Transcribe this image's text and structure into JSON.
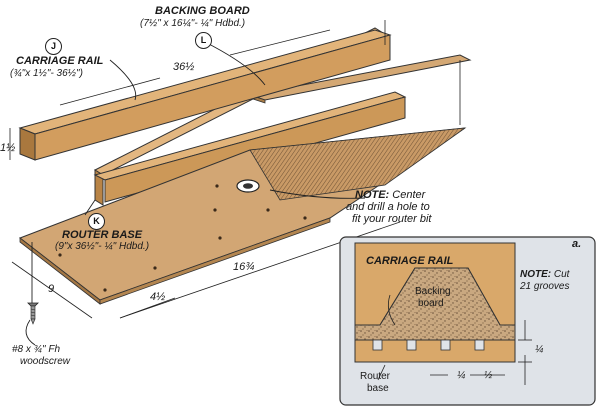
{
  "backing_board": {
    "name": "BACKING BOARD",
    "dims": "(7½\" x 16¼\"- ¼\" Hdbd.)",
    "badge": "L"
  },
  "carriage_rail": {
    "name": "CARRIAGE RAIL",
    "dims": "(¾\"x 1½\"- 36½\")",
    "badge": "J"
  },
  "router_base": {
    "name": "ROUTER BASE",
    "dims": "(9\"x 36½\"- ¼\" Hdbd.)",
    "badge": "K"
  },
  "dimensions": {
    "length": "36½",
    "height": "1½",
    "width": "9",
    "hole_span": "16¾",
    "hole_offset": "4½"
  },
  "note_main": {
    "label": "NOTE:",
    "text1": "Center",
    "text2": "and drill a hole to",
    "text3": "fit your router bit"
  },
  "screw": {
    "line1": "#8 x ¾\" Fh",
    "line2": "woodscrew"
  },
  "detail": {
    "letter": "a.",
    "title": "CARRIAGE RAIL",
    "note_label": "NOTE:",
    "note_text": "Cut",
    "note_text2": "21 grooves",
    "backing1": "Backing",
    "backing2": "board",
    "router1": "Router",
    "router2": "base",
    "dim_quarter_a": "¼",
    "dim_half": "½",
    "dim_quarter_v": "¼"
  },
  "colors": {
    "wood": "#d9a86a",
    "wood_dark": "#b98446",
    "board": "#cfa070",
    "groove": "#8a6a48",
    "panel": "#dfe3e8",
    "accent_line": "#222222"
  }
}
